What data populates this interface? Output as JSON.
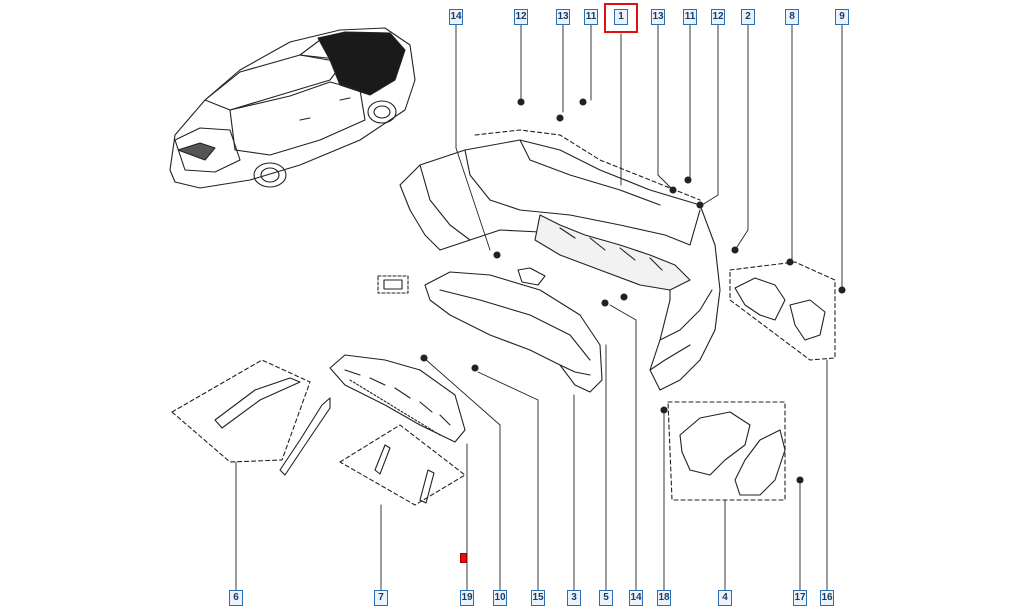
{
  "diagram": {
    "top_callouts": [
      "14",
      "12",
      "13",
      "11",
      "1",
      "13",
      "11",
      "12",
      "2",
      "8",
      "9"
    ],
    "bottom_callouts": [
      "6",
      "7",
      "19",
      "10",
      "15",
      "3",
      "5",
      "14",
      "18",
      "4",
      "17",
      "16"
    ],
    "highlighted_part": "1",
    "colors": {
      "callout_border": "#2a6fb0",
      "callout_fill": "#eaf2fb",
      "highlight": "#e01010",
      "line_art": "#222222"
    }
  }
}
